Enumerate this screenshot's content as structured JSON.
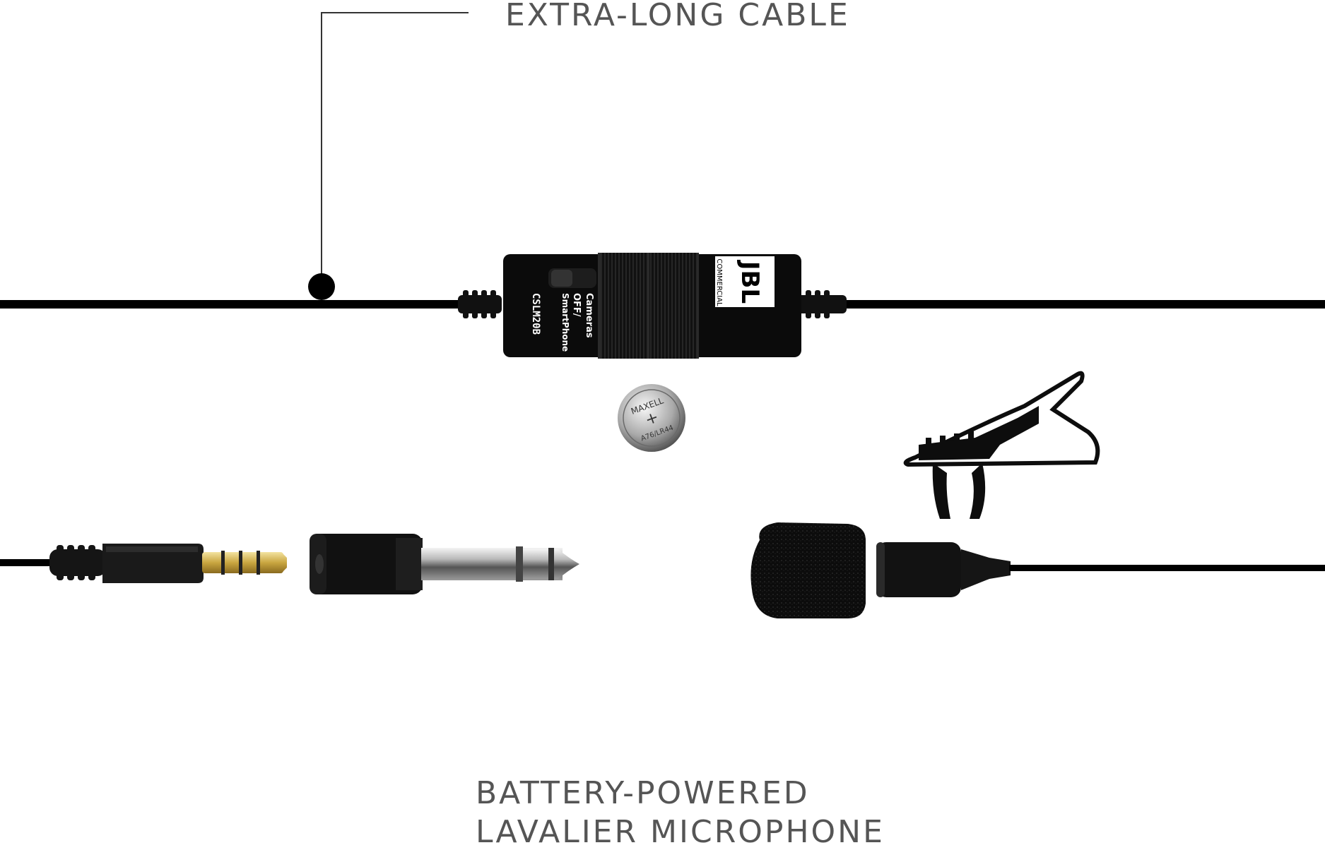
{
  "captions": {
    "top": "EXTRA-LONG CABLE",
    "bottom_line1": "BATTERY-POWERED",
    "bottom_line2": "LAVALIER MICROPHONE"
  },
  "control_box": {
    "brand": "JBL",
    "brand_sub": "COMMERCIAL",
    "switch_label_1": "Cameras",
    "switch_label_2": "OFF/",
    "switch_label_3": "SmartPhone",
    "model": "CSLM20B"
  },
  "battery": {
    "label_top": "MAXELL",
    "label_bottom": "A76/LR44",
    "symbol": "+"
  }
}
